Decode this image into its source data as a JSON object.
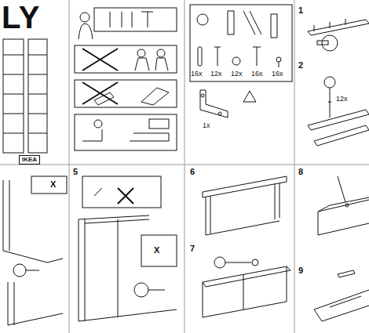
{
  "diagram": {
    "title": "LY",
    "labels": [
      "IKEA",
      "16x",
      "12x",
      "12x",
      "16x",
      "16x",
      "1x",
      "1",
      "2",
      "12x",
      "5",
      "6",
      "7",
      "8",
      "9",
      "X",
      "X"
    ]
  }
}
